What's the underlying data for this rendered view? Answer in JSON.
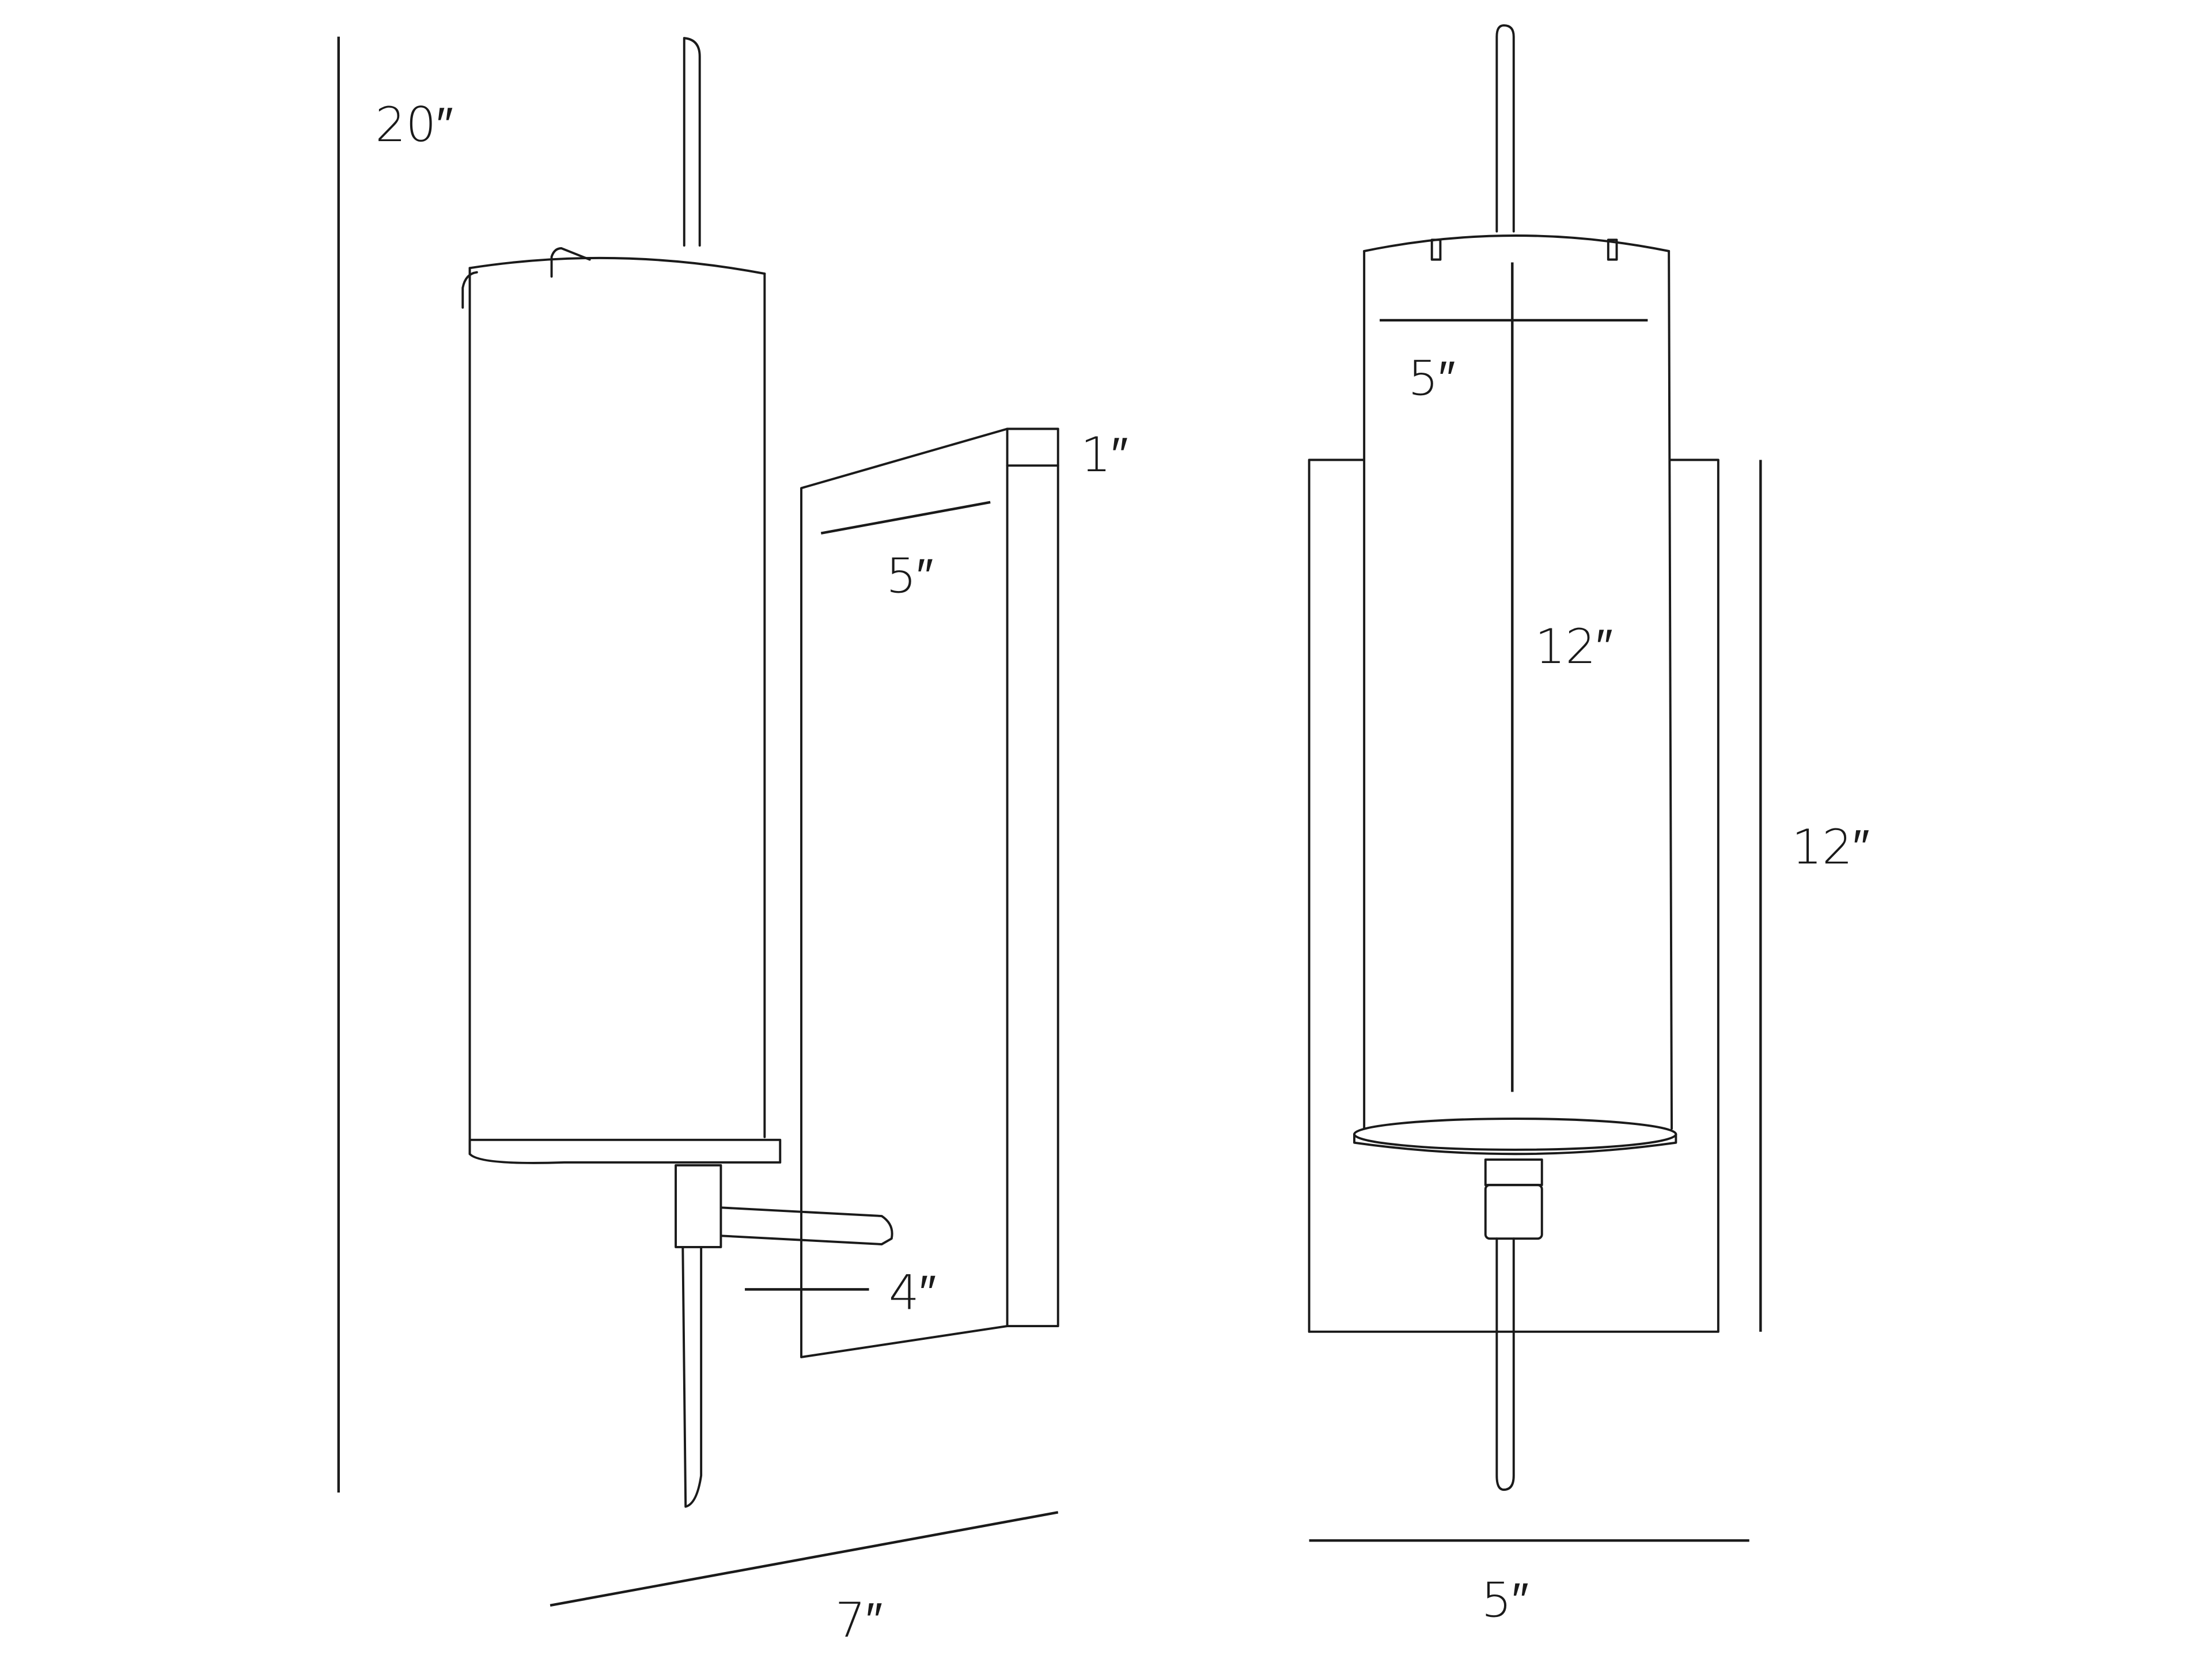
{
  "diagram": {
    "type": "dimension drawing",
    "subject": "wall sconce (side and front views)",
    "background": "#ffffff",
    "line_color": "#1a1a1a"
  },
  "side_view": {
    "overall_height": "20″",
    "backplate_depth": "1″",
    "backplate_width": "5″",
    "arm_extension": "4″",
    "overall_depth": "7″"
  },
  "front_view": {
    "shade_diameter": "5″",
    "shade_height": "12″",
    "backplate_height": "12″",
    "backplate_width": "5″"
  }
}
